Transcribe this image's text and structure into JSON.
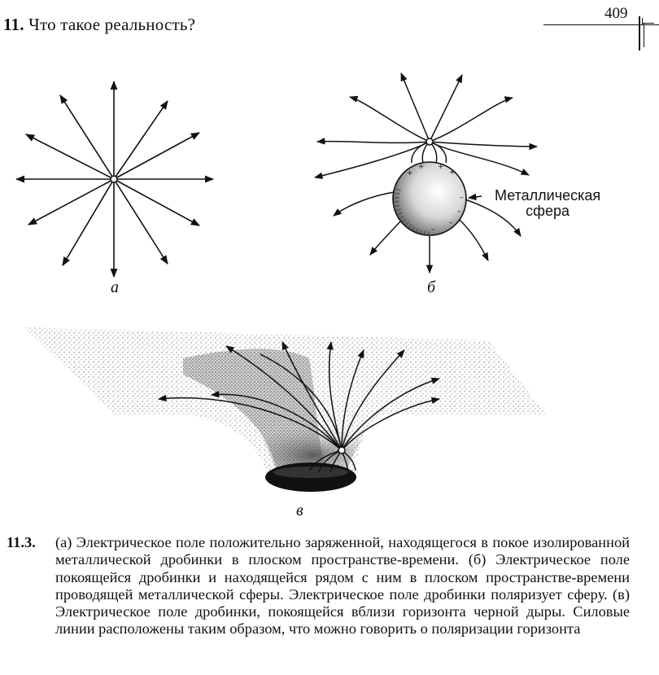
{
  "header": {
    "chapter_number": "11.",
    "chapter_title": "Что такое реальность?",
    "page_number": "409"
  },
  "figure": {
    "panel_a_label": "а",
    "panel_b_label": "б",
    "panel_c_label": "в",
    "sphere_label_line1": "Металлическая",
    "sphere_label_line2": "сфера"
  },
  "caption": {
    "number": "11.3.",
    "text": "(а) Электрическое поле положительно заряженной, находящегося в покое изолированной металлической дробинки в плоском пространстве-времени. (б) Электрическое поле покоящейся дробинки и находящейся рядом с ним в плоском пространстве-времени проводящей металлической сферы. Электрическое поле дробинки поляризует сферу. (в) Электрическое поле дробинки, покоящейся вблизи горизонта черной дыры. Силовые линии расположены таким образом, что можно говорить о поляризации горизонта"
  }
}
